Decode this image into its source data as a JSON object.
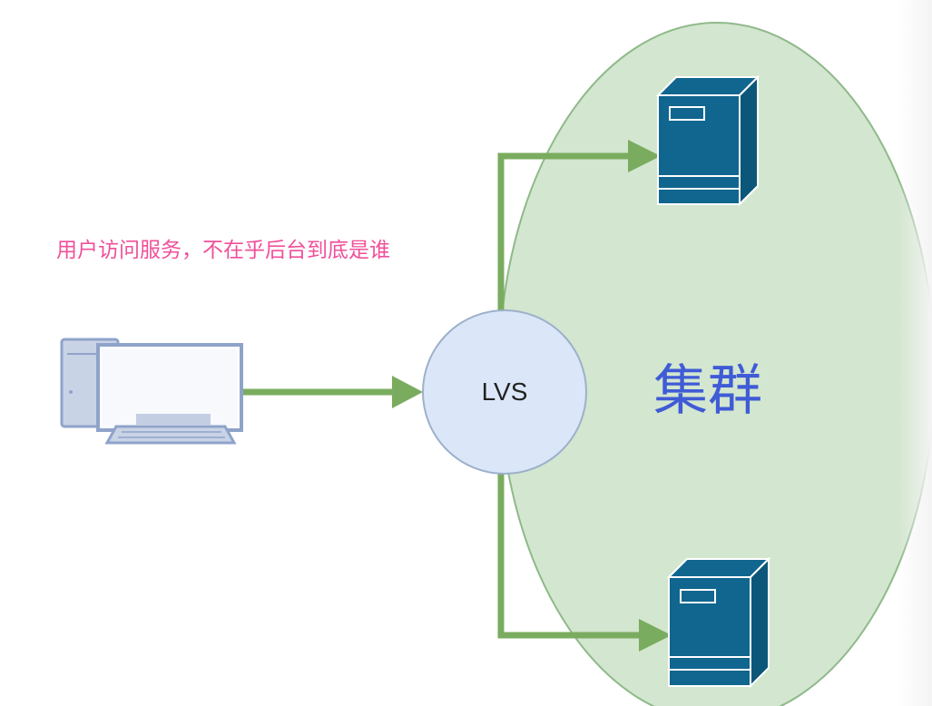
{
  "diagram": {
    "caption": "用户访问服务，不在乎后台到底是谁",
    "balancer_label": "LVS",
    "cluster_label": "集群"
  },
  "colors": {
    "cluster_fill": "#d3e6cf",
    "cluster_stroke": "#8fb98a",
    "arrow": "#7aac5f",
    "balancer_fill": "#dbe7f8",
    "balancer_stroke": "#9db0cc",
    "server": "#10668f",
    "client_monitor": "#8fa3c9",
    "caption": "#f0509a",
    "cluster_text": "#3f5bd6"
  },
  "icons": {
    "client": "desktop-computer-icon",
    "server": "server-tower-icon"
  }
}
